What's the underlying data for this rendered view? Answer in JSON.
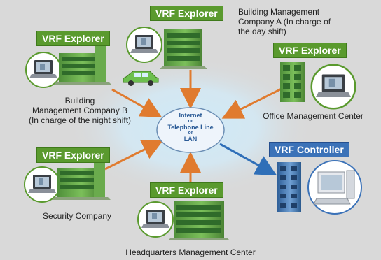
{
  "diagram": {
    "hub": {
      "line1": "Internet",
      "or1": "or",
      "line2": "Telephone Line",
      "or2": "or",
      "line3": "LAN"
    },
    "nodes": {
      "company_a": {
        "tag": "VRF Explorer",
        "caption_lines": [
          "Building Management",
          "Company A (In charge of",
          "the day shift)"
        ]
      },
      "company_b": {
        "tag": "VRF Explorer",
        "caption_lines": [
          "Building",
          "Management Company B",
          "(In charge of the night shift)"
        ]
      },
      "office": {
        "tag": "VRF Explorer",
        "caption_lines": [
          "Office Management Center"
        ]
      },
      "security": {
        "tag": "VRF Explorer",
        "caption_lines": [
          "Security Company"
        ]
      },
      "headquarters": {
        "tag": "VRF Explorer",
        "caption_lines": [
          "Headquarters Management Center"
        ]
      },
      "controller": {
        "tag": "VRF Controller"
      }
    }
  },
  "colors": {
    "explorer_tag": "#5a9a2e",
    "controller_tag": "#3b72b8",
    "explorer_arrow": "#e07b2f",
    "controller_arrow": "#2f6fb8",
    "background": "#d9d9d9",
    "hub_glow": "#c9e6f7"
  }
}
